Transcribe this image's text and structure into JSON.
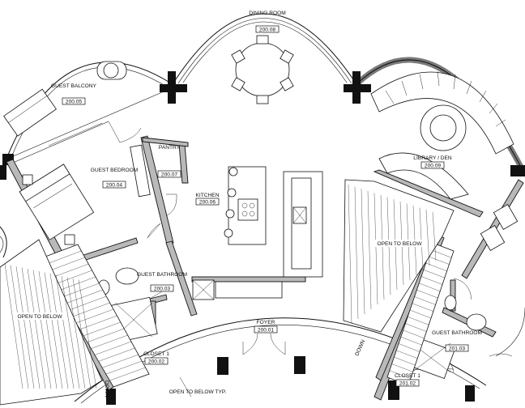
{
  "rooms": {
    "dining": {
      "name": "DINING ROOM",
      "number": "200.08"
    },
    "guest_balcony": {
      "name": "GUEST BALCONY",
      "number": "200.05"
    },
    "guest_bedroom": {
      "name": "GUEST BEDROOM",
      "number": "200.04"
    },
    "pantry": {
      "name": "PANTRY",
      "number": "200.07"
    },
    "kitchen": {
      "name": "KITCHEN",
      "number": "200.06"
    },
    "library": {
      "name": "LIBRARY / DEN",
      "number": "200.09"
    },
    "guest_bathroom_1": {
      "name": "GUEST BATHROOM",
      "number": "200.03"
    },
    "foyer": {
      "name": "FOYER",
      "number": "200.01"
    },
    "closet_1": {
      "name": "CLOSET 1",
      "number": "200.02"
    },
    "guest_bathroom_2": {
      "name": "GUEST BATHROOM",
      "number": "201.03"
    },
    "closet_2": {
      "name": "CLOSET 1",
      "number": "201.02"
    }
  },
  "notes": {
    "open_below_left": "OPEN TO BELOW",
    "open_below_right": "OPEN TO BELOW",
    "open_below_typ": "OPEN TO BELOW TYP.",
    "down_left": "DOWN",
    "down_right": "DOWN"
  }
}
